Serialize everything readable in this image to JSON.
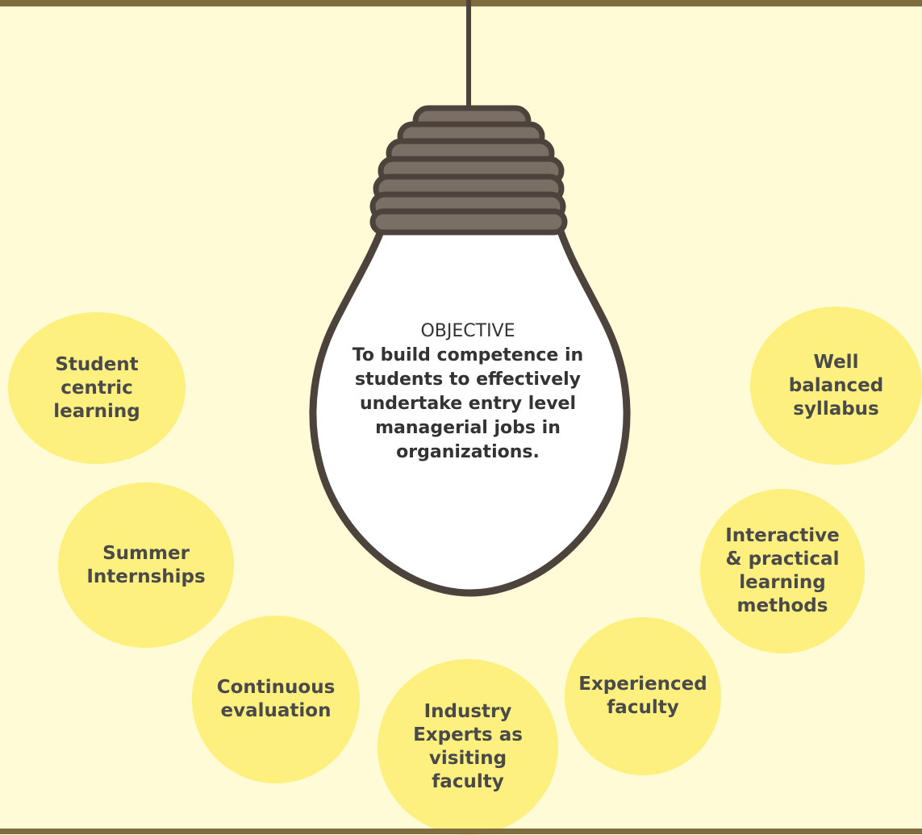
{
  "colors": {
    "background": "#fefbd6",
    "frame": "#7f6c3f",
    "circle": "#fdf07e",
    "bulb_fill": "#ffffff",
    "bulb_stroke": "#4b433c",
    "socket": "#7a6f64",
    "text": "#4a4a4a"
  },
  "objective": {
    "heading": "OBJECTIVE",
    "text": "To build competence in students to effectively undertake entry level managerial jobs in organizations."
  },
  "features": [
    "Student centric learning",
    "Summer Internships",
    "Continuous evaluation",
    "Industry Experts as visiting faculty",
    "Experienced faculty",
    "Interactive & practical learning methods",
    "Well balanced syllabus"
  ]
}
